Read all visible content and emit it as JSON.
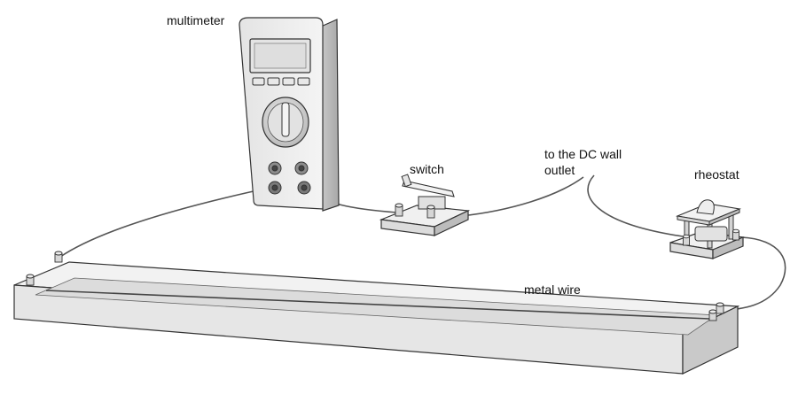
{
  "labels": {
    "multimeter": "multimeter",
    "switch": "switch",
    "outlet": "to the DC wall\noutlet",
    "rheostat": "rheostat",
    "metal_wire": "metal wire"
  },
  "colors": {
    "outline": "#333333",
    "body_light": "#efefef",
    "body_mid": "#d9d9d9",
    "body_dark": "#bdbdbd",
    "wire": "#555555"
  }
}
